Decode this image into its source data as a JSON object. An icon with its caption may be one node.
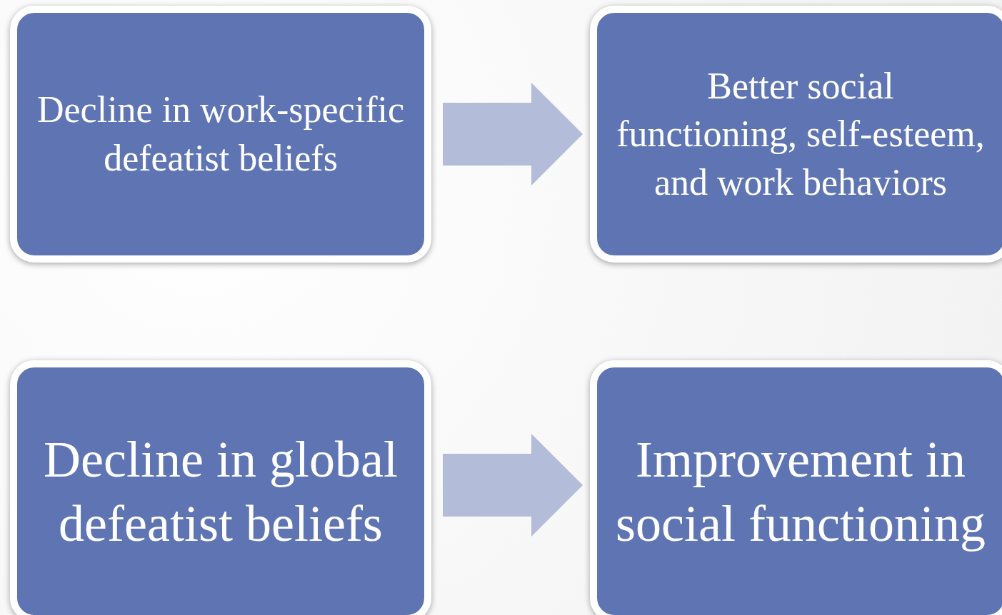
{
  "diagram": {
    "nodes": [
      {
        "text": [
          "Decline in work-specific defeatist beliefs"
        ]
      },
      {
        "text": [
          "Better social functioning, self-esteem, and work behaviors"
        ]
      },
      {
        "text": [
          "Decline in global defeatist beliefs"
        ]
      },
      {
        "text": [
          "Improvement in social functioning"
        ]
      }
    ],
    "edges": [
      {
        "from": 0,
        "to": 1,
        "arrow": "to"
      },
      {
        "from": 2,
        "to": 3,
        "arrow": "to"
      }
    ]
  }
}
